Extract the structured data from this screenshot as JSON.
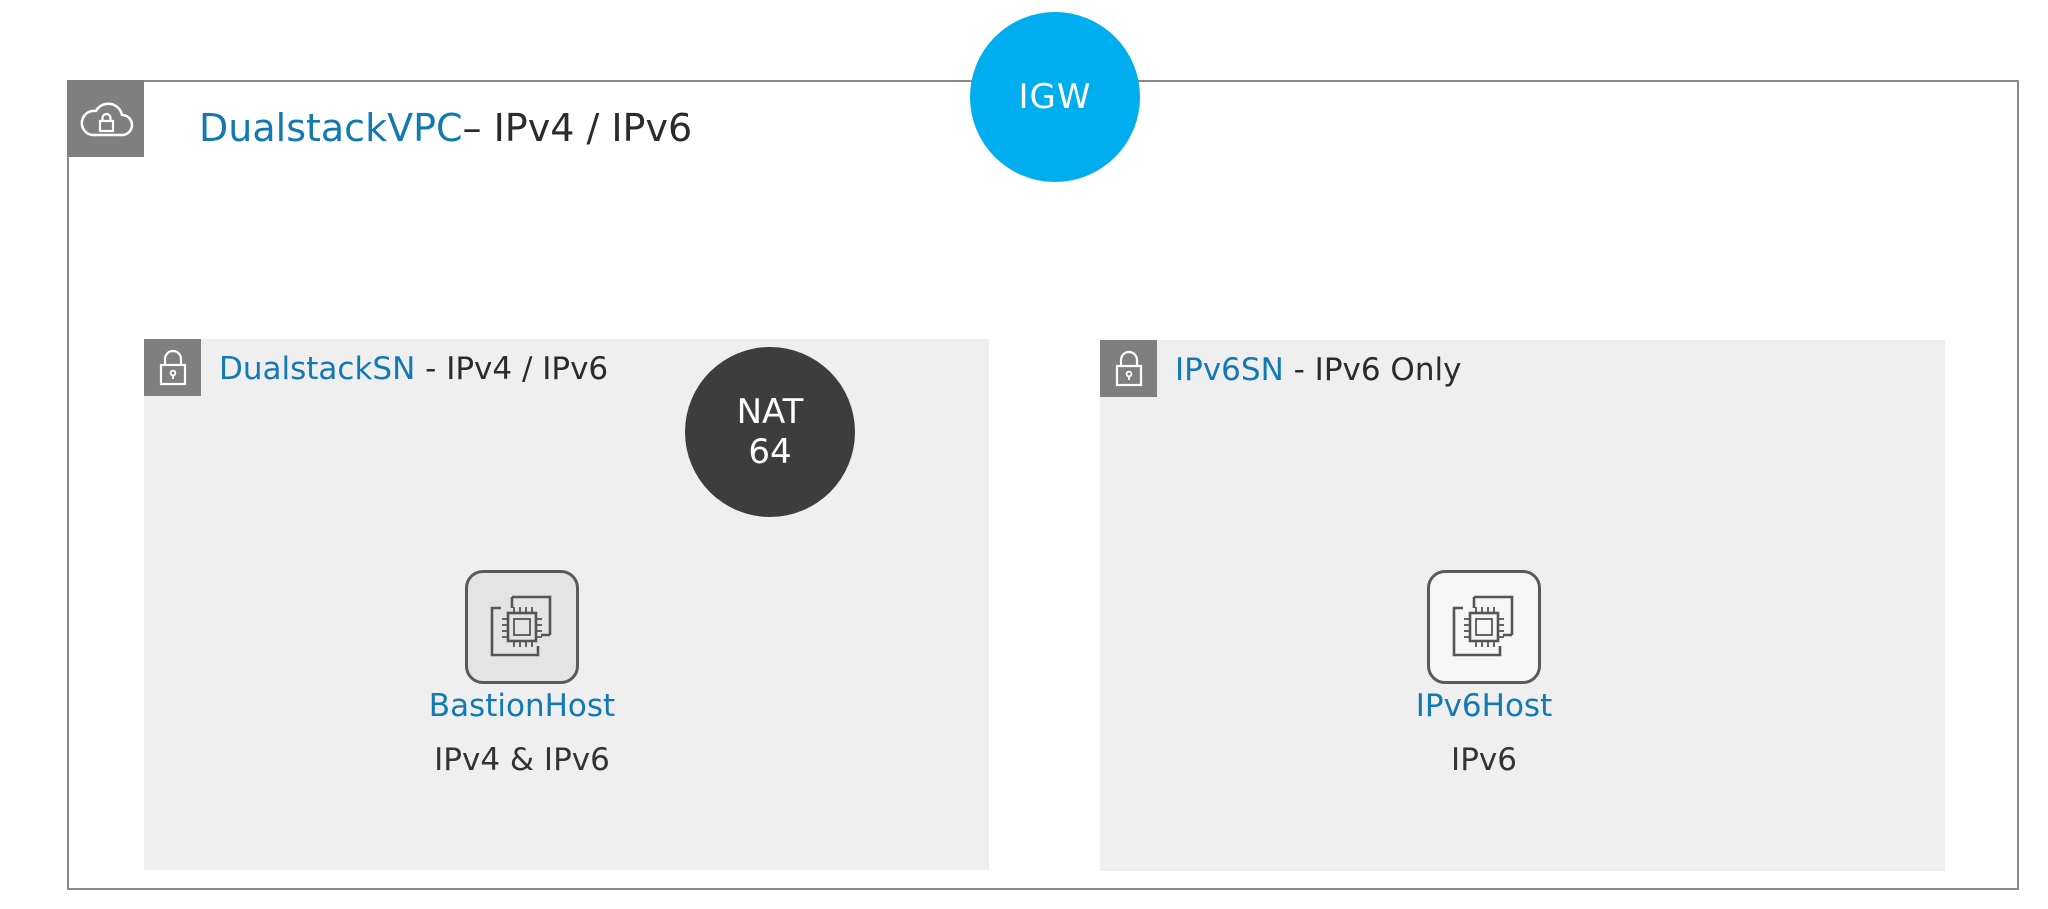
{
  "vpc": {
    "name": "DualstackVPC",
    "suffix": "– IPv4 / IPv6",
    "icon": "cloud-lock-icon"
  },
  "igw": {
    "label": "IGW",
    "color": "#00adef"
  },
  "subnets": [
    {
      "name": "DualstackSN",
      "suffix": " - IPv4 / IPv6",
      "icon": "padlock-icon",
      "host": {
        "name": "BastionHost",
        "protocol": "IPv4 & IPv6",
        "icon": "ec2-instance-icon"
      }
    },
    {
      "name": "IPv6SN",
      "suffix": " - IPv6 Only",
      "icon": "padlock-icon",
      "host": {
        "name": "IPv6Host",
        "protocol": "IPv6",
        "icon": "ec2-instance-icon"
      }
    }
  ],
  "nat": {
    "line1": "NAT",
    "line2": "64",
    "color": "#3d3d3d"
  },
  "colors": {
    "accent_blue": "#1279b5",
    "badge_gray": "#7f7f7f",
    "subnet_bg": "#efefef"
  }
}
